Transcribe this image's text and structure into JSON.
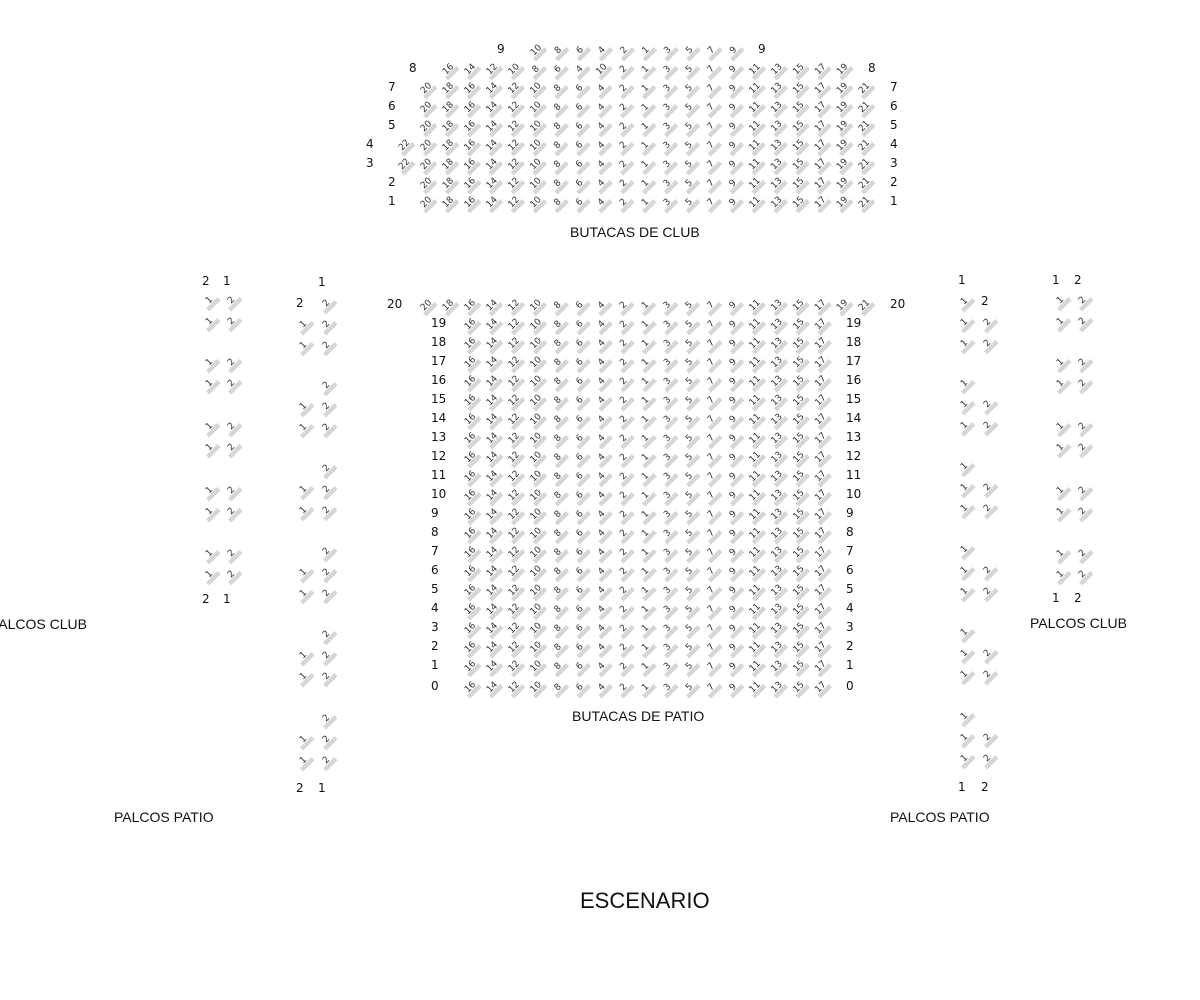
{
  "labels": {
    "club": "BUTACAS DE CLUB",
    "patio": "BUTACAS DE PATIO",
    "palcos_club_left": "PALCOS CLUB",
    "palcos_club_right": "PALCOS CLUB",
    "palcos_patio_left": "PALCOS PATIO",
    "palcos_patio_right": "PALCOS PATIO",
    "stage": "ESCENARIO"
  },
  "club": {
    "row_labels_left": [
      "9",
      "8",
      "7",
      "6",
      "5",
      "4",
      "3",
      "2",
      "1"
    ],
    "row_labels_right": [
      "9",
      "8",
      "7",
      "6",
      "5",
      "4",
      "3",
      "2",
      "1"
    ],
    "rows": [
      {
        "row": "9",
        "seats": [
          "10",
          "8",
          "6",
          "4",
          "2",
          "1",
          "3",
          "5",
          "7",
          "9"
        ]
      },
      {
        "row": "8",
        "seats": [
          "16",
          "14",
          "12",
          "10",
          "8",
          "6",
          "4",
          "10",
          "2",
          "1",
          "3",
          "5",
          "7",
          "9",
          "11",
          "13",
          "15",
          "17",
          "19"
        ]
      },
      {
        "row": "7",
        "seats": [
          "20",
          "18",
          "16",
          "14",
          "12",
          "10",
          "8",
          "6",
          "4",
          "2",
          "1",
          "3",
          "5",
          "7",
          "9",
          "11",
          "13",
          "15",
          "17",
          "19",
          "21"
        ]
      },
      {
        "row": "6",
        "seats": [
          "20",
          "18",
          "16",
          "14",
          "12",
          "10",
          "8",
          "6",
          "4",
          "2",
          "1",
          "3",
          "5",
          "7",
          "9",
          "11",
          "13",
          "15",
          "17",
          "19",
          "21"
        ]
      },
      {
        "row": "5",
        "seats": [
          "20",
          "18",
          "16",
          "14",
          "12",
          "10",
          "8",
          "6",
          "4",
          "2",
          "1",
          "3",
          "5",
          "7",
          "9",
          "11",
          "13",
          "15",
          "17",
          "19",
          "21"
        ]
      },
      {
        "row": "4",
        "seats": [
          "22",
          "20",
          "18",
          "16",
          "14",
          "12",
          "10",
          "8",
          "6",
          "4",
          "2",
          "1",
          "3",
          "5",
          "7",
          "9",
          "11",
          "13",
          "15",
          "17",
          "19",
          "21"
        ]
      },
      {
        "row": "3",
        "seats": [
          "22",
          "20",
          "18",
          "16",
          "14",
          "12",
          "10",
          "8",
          "6",
          "4",
          "2",
          "1",
          "3",
          "5",
          "7",
          "9",
          "11",
          "13",
          "15",
          "17",
          "19",
          "21"
        ]
      },
      {
        "row": "2",
        "seats": [
          "20",
          "18",
          "16",
          "14",
          "12",
          "10",
          "8",
          "6",
          "4",
          "2",
          "1",
          "3",
          "5",
          "7",
          "9",
          "11",
          "13",
          "15",
          "17",
          "19",
          "21"
        ]
      },
      {
        "row": "1",
        "seats": [
          "20",
          "18",
          "16",
          "14",
          "12",
          "10",
          "8",
          "6",
          "4",
          "2",
          "1",
          "3",
          "5",
          "7",
          "9",
          "11",
          "13",
          "15",
          "17",
          "19",
          "21"
        ]
      }
    ]
  },
  "patio": {
    "row_labels_left": [
      "20",
      "19",
      "18",
      "17",
      "16",
      "15",
      "14",
      "13",
      "12",
      "11",
      "10",
      "9",
      "8",
      "7",
      "6",
      "5",
      "4",
      "3",
      "2",
      "1",
      "0"
    ],
    "row_labels_right": [
      "20",
      "19",
      "18",
      "17",
      "16",
      "15",
      "14",
      "13",
      "12",
      "11",
      "10",
      "9",
      "8",
      "7",
      "6",
      "5",
      "4",
      "3",
      "2",
      "1",
      "0"
    ],
    "first_row_seats": [
      "20",
      "18",
      "16",
      "14",
      "12",
      "10",
      "8",
      "6",
      "4",
      "2",
      "1",
      "3",
      "5",
      "7",
      "9",
      "11",
      "13",
      "15",
      "17",
      "19",
      "21"
    ],
    "other_row_seats": [
      "16",
      "14",
      "12",
      "10",
      "8",
      "6",
      "4",
      "2",
      "1",
      "3",
      "5",
      "7",
      "9",
      "11",
      "13",
      "15",
      "17"
    ]
  },
  "palcos_club": {
    "left_header": [
      "2",
      "1"
    ],
    "left_footer": [
      "2",
      "1"
    ],
    "right_header": [
      "1",
      "2"
    ],
    "right_footer": [
      "1",
      "2"
    ],
    "box_seats": [
      "1",
      "2"
    ]
  },
  "palcos_patio": {
    "left_header_top": "1",
    "left_header_mid": "2",
    "left_footer": [
      "2",
      "1"
    ],
    "right_header_top": "1",
    "right_header_mid": "2",
    "right_footer": [
      "1",
      "2"
    ],
    "box_seats": [
      "1",
      "2"
    ]
  }
}
